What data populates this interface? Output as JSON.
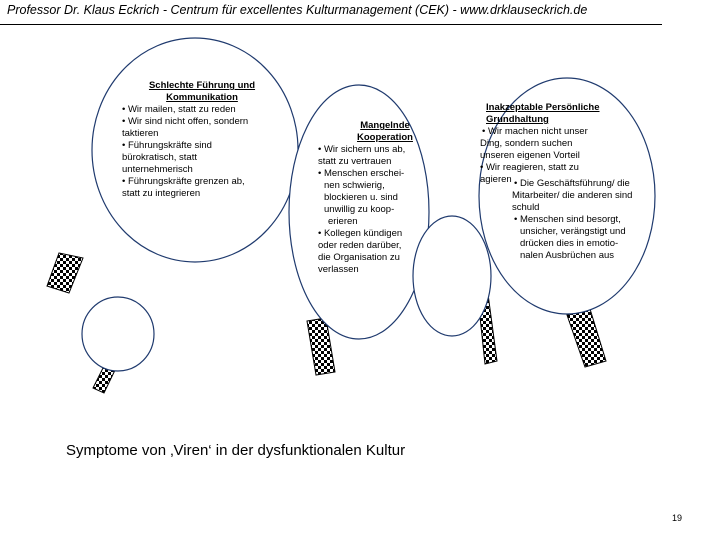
{
  "header": {
    "text": "Professor Dr. Klaus Eckrich - Centrum für excellentes Kulturmanagement (CEK) - www.drklauseckrich.de"
  },
  "bubbles": [
    {
      "title_lines": [
        "Schlechte Führung und",
        "Kommunikation"
      ],
      "items": [
        "• Wir mailen, statt zu reden",
        "• Wir sind nicht offen, sondern",
        "taktieren",
        "• Führungskräfte sind",
        "bürokratisch, statt",
        "unternehmerisch",
        "• Führungskräfte grenzen ab,",
        "statt zu integrieren"
      ]
    },
    {
      "title_lines": [
        "Mangelnde",
        "Kooperation"
      ],
      "items": [
        "• Wir sichern uns ab,",
        "statt zu vertrauen",
        "• Menschen erschei-",
        "nen schwierig,",
        "blockieren u. sind",
        "unwillig zu koop-",
        "erieren",
        "• Kollegen kündigen",
        "oder reden darüber,",
        "die Organisation zu",
        "verlassen"
      ]
    },
    {
      "title_lines": [
        "Inakzeptable Persönliche",
        "Grundhaltung"
      ],
      "items": [
        "• Wir machen nicht unser",
        "Ding, sondern suchen",
        "unseren eigenen Vorteil",
        "• Wir reagieren, statt zu",
        "agieren",
        "• Die Geschäftsführung/ die",
        "Mitarbeiter/ die anderen sind",
        "schuld",
        "• Menschen sind besorgt,",
        "unsicher, verängstigt und",
        "drücken dies in emotio-",
        "nalen Ausbrüchen aus"
      ]
    }
  ],
  "caption": "Symptome von ‚Viren‘ in der dysfunktionalen Kultur",
  "page_number": "19",
  "colors": {
    "outline": "#1f3a6e",
    "text": "#000000"
  }
}
